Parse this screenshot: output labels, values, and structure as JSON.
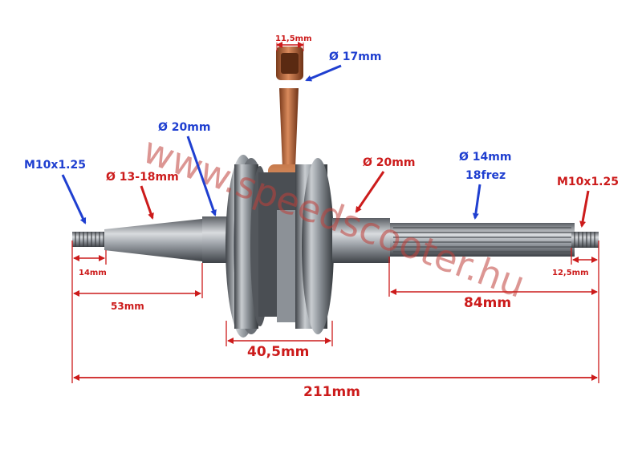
{
  "labels": {
    "left_thread": "M10x1.25",
    "left_taper": "Ø 13-18mm",
    "left_bearing": "Ø 20mm",
    "pin_width": "11,5mm",
    "small_end": "Ø 17mm",
    "right_bearing": "Ø 20mm",
    "spline_dia": "Ø 14mm",
    "spline_frez": "18frez",
    "right_thread": "M10x1.25"
  },
  "dimensions": {
    "left_thread_len": "14mm",
    "left_shaft_len": "53mm",
    "web_width": "40,5mm",
    "right_shaft_len": "84mm",
    "right_thread_len": "12,5mm",
    "total_len": "211mm"
  },
  "watermark": "www.speedscooter.hu",
  "colors": {
    "blue": "#1f3fd0",
    "red": "#cc1b1b",
    "copper": "#b8653c",
    "steel": "#8a8f96"
  }
}
